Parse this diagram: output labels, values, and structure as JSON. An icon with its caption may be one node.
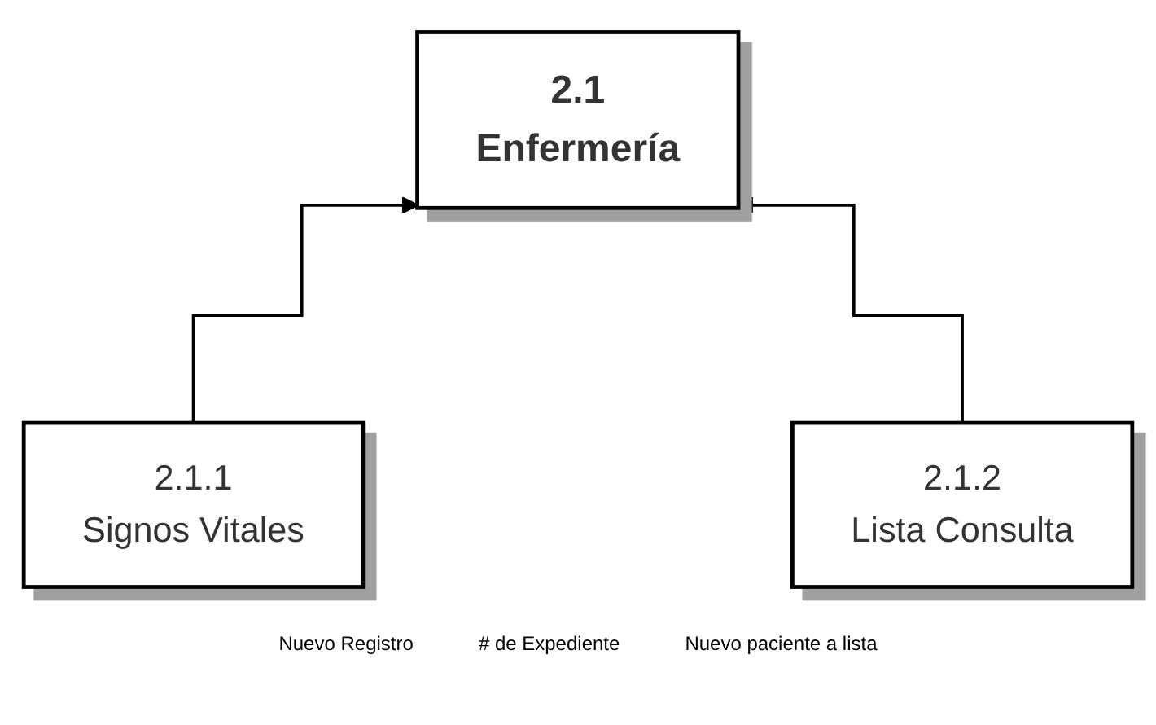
{
  "diagram": {
    "nodes": [
      {
        "text": [
          "2.1",
          "Enfermería"
        ]
      },
      {
        "text": [
          "2.1.1",
          "Signos Vitales"
        ]
      },
      {
        "text": [
          "2.1.2",
          "Lista Consulta"
        ]
      }
    ],
    "edges": [
      {
        "from": 1,
        "to": 0,
        "arrow": "to"
      },
      {
        "from": 2,
        "to": 0,
        "arrow": "to"
      }
    ],
    "labels": [
      "Nuevo Registro",
      "# de Expediente",
      "Nuevo paciente a lista"
    ]
  }
}
